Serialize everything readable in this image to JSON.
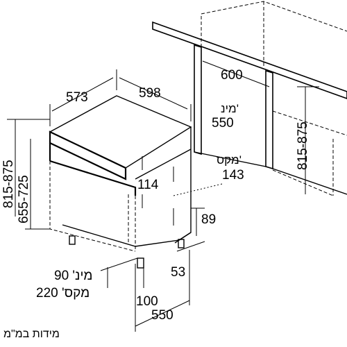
{
  "labels": {
    "dishwasher_depth": "573",
    "dishwasher_width": "598",
    "niche_width": "600",
    "niche_depth_min_label": "מינ'",
    "niche_depth_min": "550",
    "niche_height": "815-875",
    "height_range_outer": "815-875",
    "height_range_inner": "655-725",
    "panel_max_label": "מקס'",
    "panel_max": "143",
    "panel_gap": "114",
    "plinth_height": "89",
    "foot_offset": "53",
    "plinth_min": "מינ' 90",
    "plinth_max": "מקס' 220",
    "plinth_depth": "100",
    "total_depth": "550",
    "units_note": "מידות במ\"מ"
  }
}
